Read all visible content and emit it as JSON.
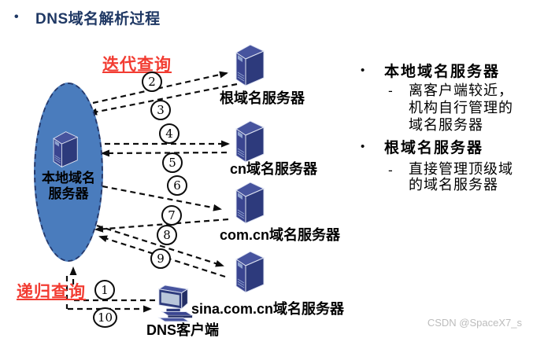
{
  "title": {
    "bullet": "•",
    "text": "DNS域名解析过程"
  },
  "query_modes": {
    "iterative": "迭代查询",
    "recursive": "递归查询"
  },
  "local_server": {
    "name_line1": "本地域名",
    "name_line2": "服务器"
  },
  "remote_servers": [
    {
      "label": "根域名服务器"
    },
    {
      "label": "cn域名服务器"
    },
    {
      "label": "com.cn域名服务器"
    },
    {
      "label": "sina.com.cn域名服务器"
    }
  ],
  "client": {
    "label": "DNS客户端"
  },
  "steps": {
    "n1": "1",
    "n2": "2",
    "n3": "3",
    "n4": "4",
    "n5": "5",
    "n6": "6",
    "n7": "7",
    "n8": "8",
    "n9": "9",
    "n10": "10"
  },
  "notes": [
    {
      "bullet": "•",
      "heading": "本地域名服务器",
      "dash": "-",
      "lines": [
        "离客户端较近，",
        "机构自行管理的",
        "域名服务器"
      ]
    },
    {
      "bullet": "•",
      "heading": "根域名服务器",
      "dash": "-",
      "lines": [
        "直接管理顶级域",
        "的域名服务器"
      ]
    }
  ],
  "watermark": "CSDN @SpaceX7_s",
  "colors": {
    "title_navy": "#1f3864",
    "accent_red": "#f23c32",
    "ellipse_blue": "#4a7cbd",
    "server_navy": "#2d3a7c",
    "server_top": "#47549e",
    "watermark_gray": "#bcbcbc"
  }
}
